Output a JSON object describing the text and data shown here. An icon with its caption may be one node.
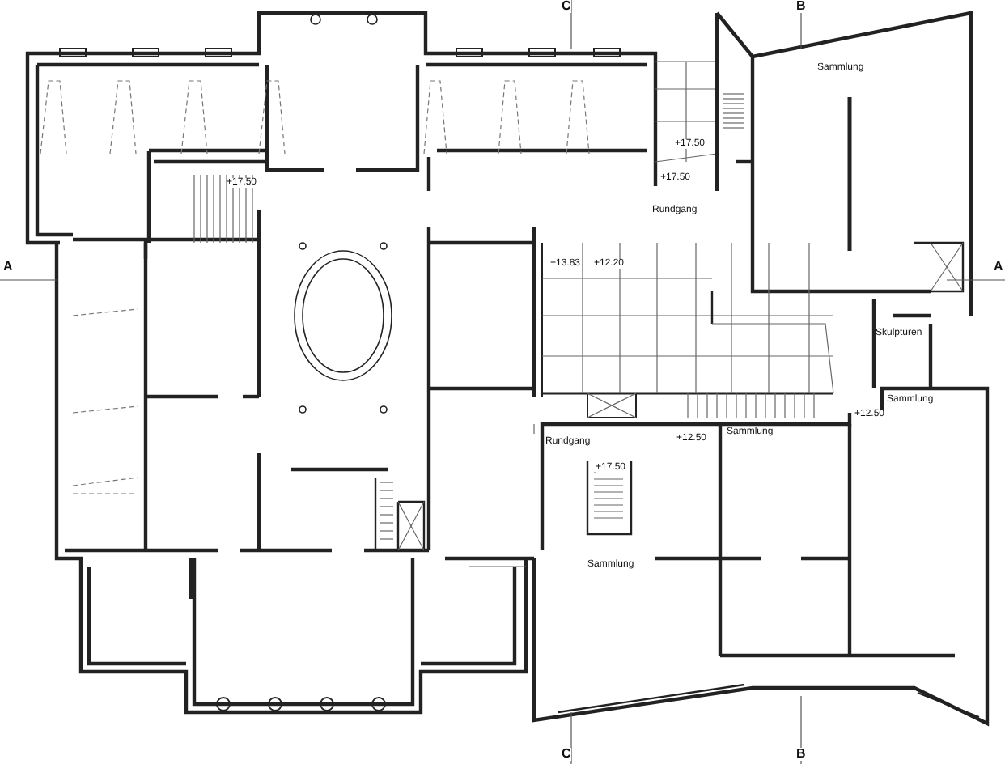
{
  "diagram": {
    "labels": [
      "C",
      "B",
      "Sammlung",
      "+17.50",
      "+17.50",
      "+17.50",
      "Rundgang",
      "A",
      "A",
      "+13.83",
      "+12.20",
      "Skulpturen",
      "Sammlung",
      "+12.50",
      "+12.50",
      "Sammlung",
      "Rundgang",
      "+17.50",
      "Sammlung",
      "C",
      "B"
    ]
  }
}
